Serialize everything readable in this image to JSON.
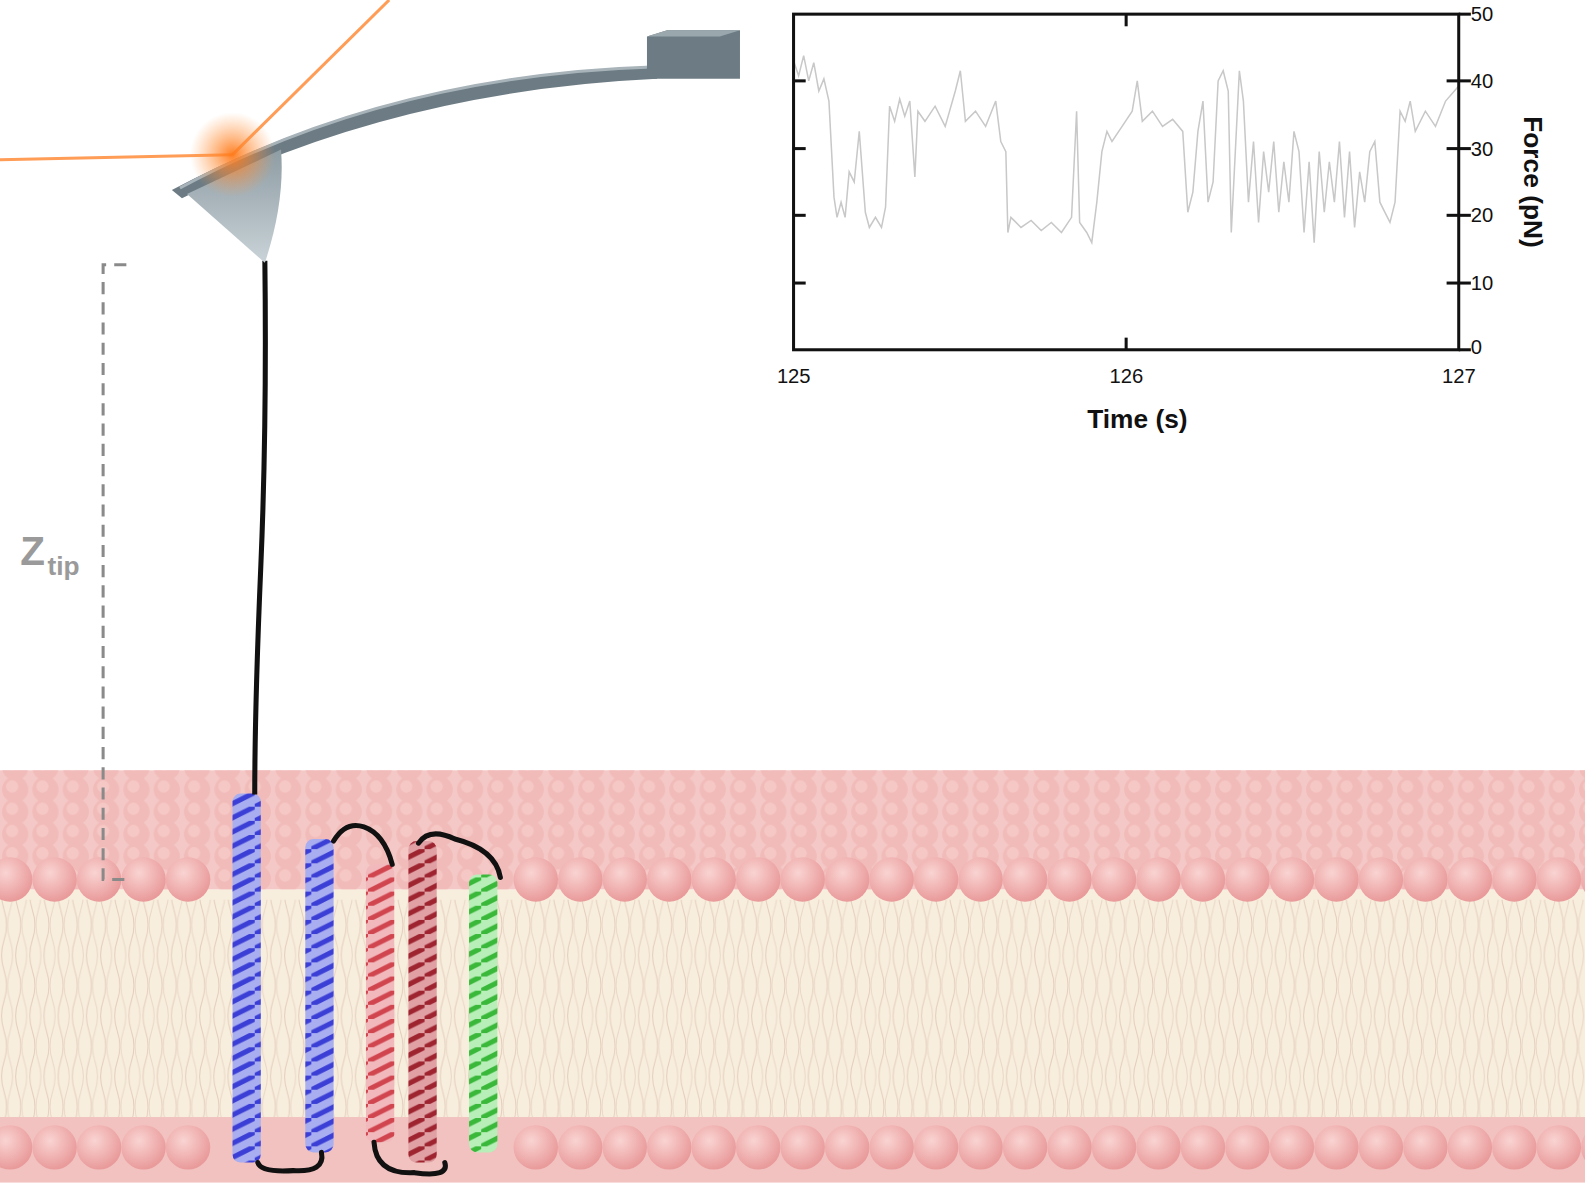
{
  "diagram": {
    "labels": [
      "Z",
      "tip",
      "50",
      "40",
      "30",
      "20",
      "10",
      "0",
      "Force (pN)",
      "125",
      "126",
      "127",
      "Time (s)"
    ]
  }
}
